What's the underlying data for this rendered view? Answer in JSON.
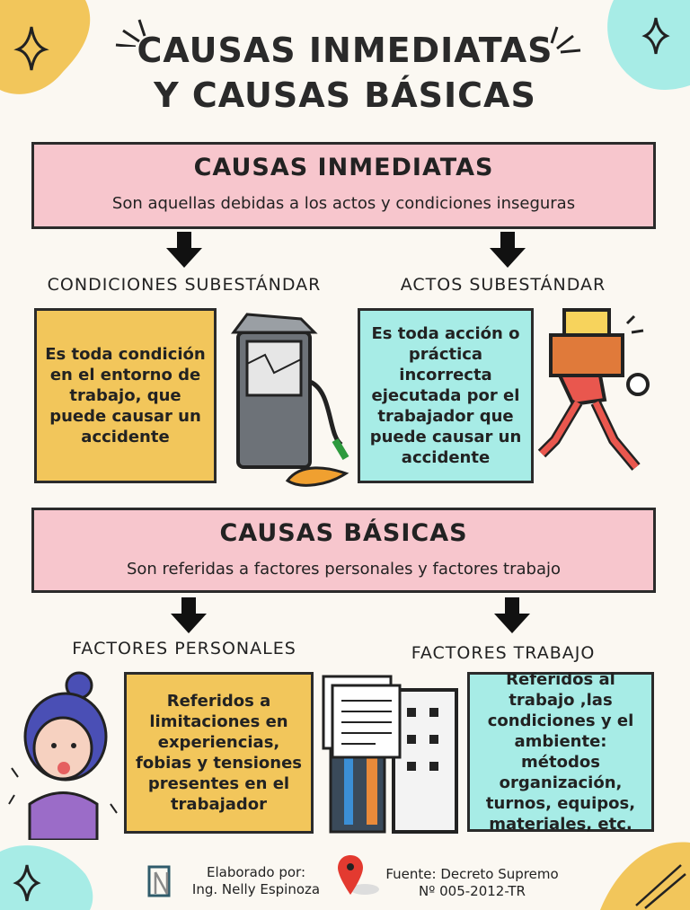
{
  "title": {
    "line1": "CAUSAS INMEDIATAS",
    "line2": "Y CAUSAS BÁSICAS"
  },
  "inmediatas": {
    "heading": "CAUSAS INMEDIATAS",
    "subtitle": "Son aquellas debidas a los actos y condiciones inseguras",
    "left": {
      "label": "CONDICIONES SUBESTÁNDAR",
      "text": "Es toda condición en el entorno de trabajo, que puede causar un accidente",
      "icon": "broken-fuel-pump-icon"
    },
    "right": {
      "label": "ACTOS SUBESTÁNDAR",
      "text": "Es toda acción o práctica incorrecta ejecutada por el trabajador que puede causar un accidente",
      "icon": "running-worker-carrying-boxes-icon"
    }
  },
  "basicas": {
    "heading": "CAUSAS BÁSICAS",
    "subtitle": "Son referidas a factores personales y factores trabajo",
    "left": {
      "label": "FACTORES PERSONALES",
      "text": "Referidos a limitaciones en experiencias, fobias y tensiones presentes en el trabajador",
      "icon": "anxious-woman-icon"
    },
    "right": {
      "label": "FACTORES TRABAJO",
      "text": "Referidos al trabajo ,las condiciones y el ambiente: métodos organización, turnos, equipos, materiales, etc.",
      "icon": "documents-buildings-icon"
    }
  },
  "footer": {
    "author_label": "Elaborado por:",
    "author": "Ing. Nelly Espinoza",
    "source_label": "Fuente:  Decreto Supremo",
    "source": "Nº 005-2012-TR"
  },
  "colors": {
    "background": "#fbf8f2",
    "pink": "#f7c6cd",
    "yellow": "#f2c65b",
    "cyan": "#a7ece6",
    "border": "#2b2b2b"
  }
}
